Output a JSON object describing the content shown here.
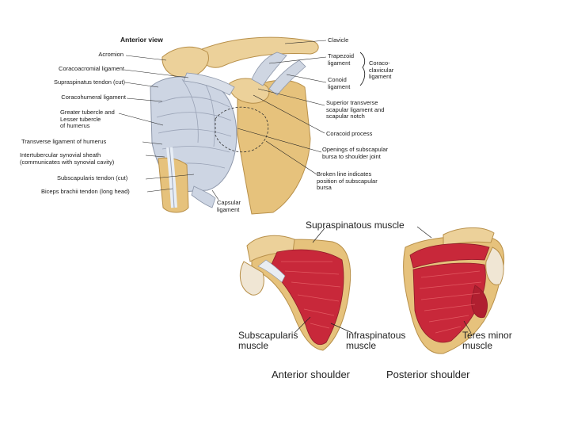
{
  "top_figure": {
    "view_title": "Anterior view",
    "left_labels": {
      "acromion": "Acromion",
      "coracoacromial_ligament": "Coracoacromial ligament",
      "supraspinatus_tendon": "Supraspinatus tendon (cut)",
      "coracohumeral_ligament": "Coracohumeral ligament",
      "greater_lesser_tubercle": [
        "Greater tubercle and",
        "Lesser tubercle",
        "of humerus"
      ],
      "transverse_ligament": "Transverse ligament of humerus",
      "intertubercular_sheath": [
        "Intertubercular synovial sheath",
        "(communicates with synovial cavity)"
      ],
      "subscapularis_tendon": "Subscapularis tendon (cut)",
      "biceps_tendon": "Biceps brachii tendon (long head)"
    },
    "right_labels": {
      "clavicle": "Clavicle",
      "trapezoid": [
        "Trapezoid",
        "ligament"
      ],
      "conoid": [
        "Conoid",
        "ligament"
      ],
      "coracoclavicular": [
        "Coraco-",
        "clavicular",
        "ligament"
      ],
      "superior_transverse": [
        "Superior transverse",
        "scapular ligament and",
        "scapular notch"
      ],
      "coracoid_process": "Coracoid process",
      "openings": [
        "Openings of subscapular",
        "bursa to shoulder joint"
      ],
      "broken_line": [
        "Broken line indicates",
        "position of subscapular",
        "bursa"
      ]
    },
    "bottom_label": [
      "Capsular",
      "ligament"
    ]
  },
  "bottom_figure": {
    "supraspinatous": "Supraspinatous muscle",
    "subscapularis": [
      "Subscapularis",
      "muscle"
    ],
    "infraspinatous": [
      "Infraspinatous",
      "muscle"
    ],
    "teres_minor": [
      "Teres minor",
      "muscle"
    ],
    "anterior_caption": "Anterior shoulder",
    "posterior_caption": "Posterior shoulder"
  },
  "colors": {
    "bone": "#e8c98a",
    "bone_dark": "#c9a15a",
    "ligament": "#cfd6e2",
    "muscle": "#c8283a",
    "muscle_light": "#e25a62"
  }
}
